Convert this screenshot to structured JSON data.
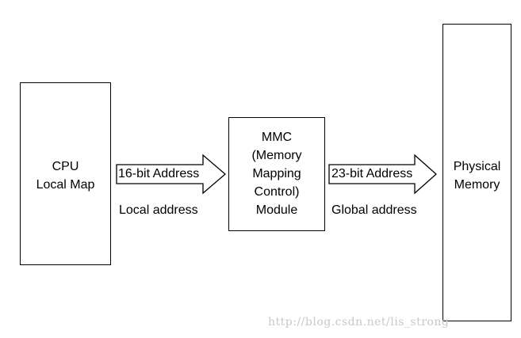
{
  "cpu_box": {
    "line1": "CPU",
    "line2": "Local Map"
  },
  "mmc_box": {
    "line1": "MMC",
    "line2": "(Memory",
    "line3": "Mapping",
    "line4": "Control)",
    "line5": "Module"
  },
  "memory_box": {
    "line1": "Physical",
    "line2": "Memory"
  },
  "arrow_left": {
    "label": "16-bit Address",
    "caption": "Local address"
  },
  "arrow_right": {
    "label": "23-bit Address",
    "caption": "Global address"
  },
  "watermark": "http://blog.csdn.net/lis_strong"
}
